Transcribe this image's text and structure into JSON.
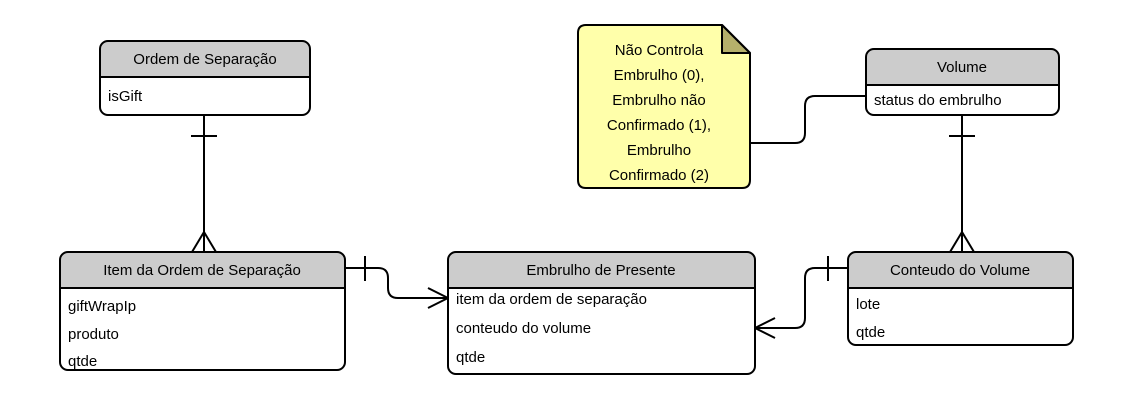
{
  "diagram": {
    "type": "uml-class-er-diagram",
    "background_color": "#ffffff",
    "header_color": "#cccccc",
    "body_color": "#ffffff",
    "border_color": "#000000",
    "note_color": "#ffffaa",
    "note_fold_color": "#b5b06b",
    "classes": [
      {
        "id": "ordem-de-separacao",
        "title": "Ordem de Separação",
        "attributes": [
          "isGift"
        ]
      },
      {
        "id": "volume",
        "title": "Volume",
        "attributes": [
          "status do embrulho"
        ]
      },
      {
        "id": "item-da-ordem-de-separacao",
        "title": "Item da Ordem de Separação",
        "attributes": [
          "giftWrapIp",
          "produto",
          "qtde"
        ]
      },
      {
        "id": "embrulho-de-presente",
        "title": "Embrulho de Presente",
        "attributes": [
          "item da ordem de separação",
          "conteudo do volume",
          "qtde"
        ]
      },
      {
        "id": "conteudo-do-volume",
        "title": "Conteudo do Volume",
        "attributes": [
          "lote",
          "qtde"
        ]
      }
    ],
    "note": {
      "id": "status-embrulho-note",
      "lines": [
        "Não Controla",
        "Embrulho (0),",
        "Embrulho não",
        "Confirmado (1),",
        "Embrulho",
        "Confirmado (2)"
      ],
      "attached_to": "Volume.status do embrulho"
    },
    "relationships": [
      {
        "id": "ordem-to-item",
        "from": "Ordem de Separação",
        "to": "Item da Ordem de Separação",
        "from_cardinality": "one",
        "to_cardinality": "many"
      },
      {
        "id": "volume-to-conteudo",
        "from": "Volume",
        "to": "Conteudo do Volume",
        "from_cardinality": "one",
        "to_cardinality": "many"
      },
      {
        "id": "item-to-embrulho",
        "from": "Item da Ordem de Separação",
        "to": "Embrulho de Presente",
        "from_cardinality": "one",
        "to_cardinality": "many"
      },
      {
        "id": "embrulho-to-conteudo",
        "from": "Embrulho de Presente",
        "to": "Conteudo do Volume",
        "from_cardinality": "many",
        "to_cardinality": "one"
      }
    ]
  }
}
